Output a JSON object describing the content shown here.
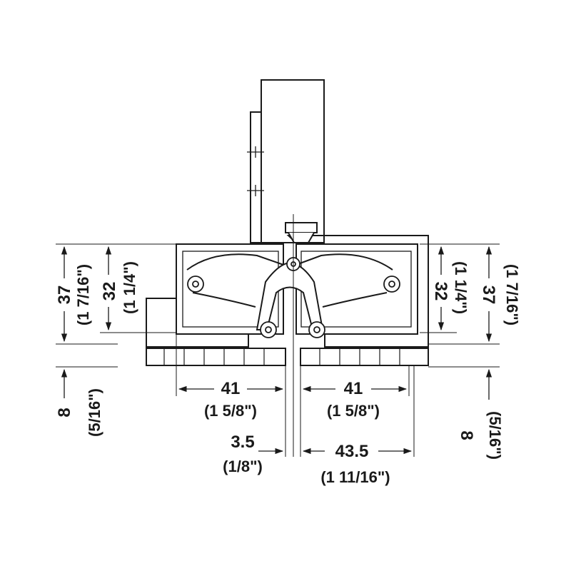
{
  "dimensions": {
    "door_thickness_full": {
      "mm": "37",
      "inch": "(1 7/16\")"
    },
    "door_thickness_cut": {
      "mm": "32",
      "inch": "(1 1/4\")"
    },
    "frame_thickness_cut": {
      "mm": "32",
      "inch": "(1 1/4\")"
    },
    "frame_thickness_full": {
      "mm": "37",
      "inch": "(1 7/16\")"
    },
    "left_leaf_depth": {
      "mm": "8",
      "inch": "(5/16\")"
    },
    "right_leaf_depth": {
      "mm": "8",
      "inch": "(5/16\")"
    },
    "left_width": {
      "mm": "41",
      "inch": "(1 5/8\")"
    },
    "right_width": {
      "mm": "41",
      "inch": "(1 5/8\")"
    },
    "gap": {
      "mm": "3.5",
      "inch": "(1/8\")"
    },
    "right_overall": {
      "mm": "43.5",
      "inch": "(1 11/16\")"
    }
  },
  "colors": {
    "line": "#1a1a1a",
    "background": "#ffffff"
  }
}
